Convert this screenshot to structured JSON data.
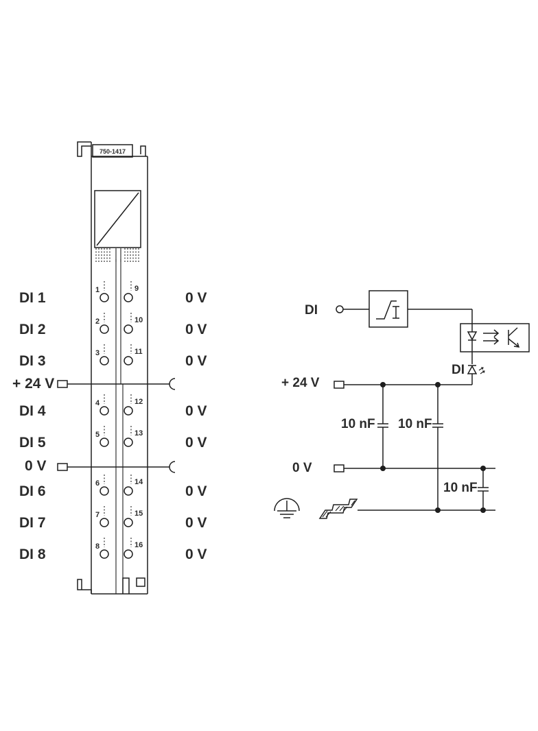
{
  "module": {
    "part_number": "750-1417"
  },
  "left_labels": {
    "inputs": [
      "DI 1",
      "DI 2",
      "DI 3",
      "DI 4",
      "DI 5",
      "DI 6",
      "DI 7",
      "DI 8"
    ],
    "supply_plus": "+ 24 V",
    "supply_zero": "0 V"
  },
  "right_labels": [
    "0 V",
    "0 V",
    "0 V",
    "0 V",
    "0 V",
    "0 V",
    "0 V",
    "0 V"
  ],
  "pins": {
    "left": [
      "1",
      "2",
      "3",
      "4",
      "5",
      "6",
      "7",
      "8"
    ],
    "right": [
      "9",
      "10",
      "11",
      "12",
      "13",
      "14",
      "15",
      "16"
    ]
  },
  "schematic": {
    "input_label": "DI",
    "led_label": "DI",
    "supply_plus": "+ 24 V",
    "supply_zero": "0 V",
    "capacitors": [
      "10 nF",
      "10 nF",
      "10 nF"
    ]
  }
}
